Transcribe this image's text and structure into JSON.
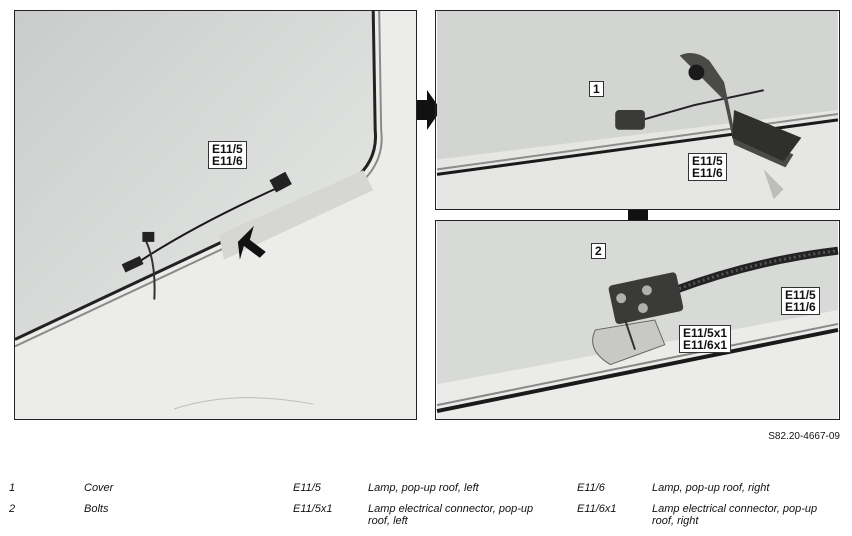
{
  "photos": {
    "left": {
      "callouts": [
        "E11/5\nE11/6"
      ]
    },
    "top_right": {
      "callouts": [
        "1",
        "E11/5\nE11/6"
      ]
    },
    "bottom_right": {
      "callouts": [
        "2",
        "E11/5\nE11/6",
        "E11/5x1\nE11/6x1"
      ]
    }
  },
  "figure_id": "S82.20-4667-09",
  "legend": [
    {
      "key": "1",
      "text": "Cover"
    },
    {
      "key": "2",
      "text": "Bolts"
    },
    {
      "key": "E11/5",
      "text": "Lamp, pop-up roof, left"
    },
    {
      "key": "E11/5x1",
      "text": "Lamp electrical connector, pop-up roof, left"
    },
    {
      "key": "E11/6",
      "text": "Lamp, pop-up roof, right"
    },
    {
      "key": "E11/6x1",
      "text": "Lamp electrical connector, pop-up roof, right"
    }
  ]
}
